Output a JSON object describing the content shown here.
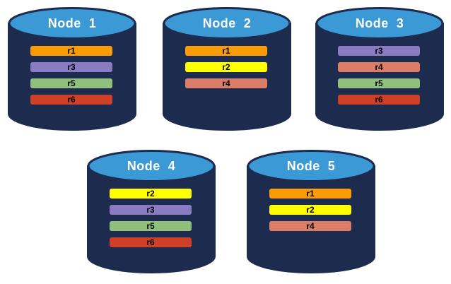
{
  "diagram": {
    "description_labels": []
  },
  "colors": {
    "cylinder_body": "#1D2B4F",
    "cylinder_top": "#3B9AD6",
    "title_text": "#FFFFFF",
    "bar_text": "#000000",
    "replica": {
      "r1": "#F99C05",
      "r2": "#FFFF00",
      "r3": "#8A7CC2",
      "r4": "#DC7E67",
      "r5": "#8FC17D",
      "r6": "#CE4027"
    }
  },
  "nodes": [
    {
      "label": "Node  1",
      "replicas": [
        "r1",
        "r3",
        "r5",
        "r6"
      ]
    },
    {
      "label": "Node  2",
      "replicas": [
        "r1",
        "r2",
        "r4"
      ]
    },
    {
      "label": "Node  3",
      "replicas": [
        "r3",
        "r4",
        "r5",
        "r6"
      ]
    },
    {
      "label": "Node  4",
      "replicas": [
        "r2",
        "r3",
        "r5",
        "r6"
      ]
    },
    {
      "label": "Node  5",
      "replicas": [
        "r1",
        "r2",
        "r4"
      ]
    }
  ]
}
